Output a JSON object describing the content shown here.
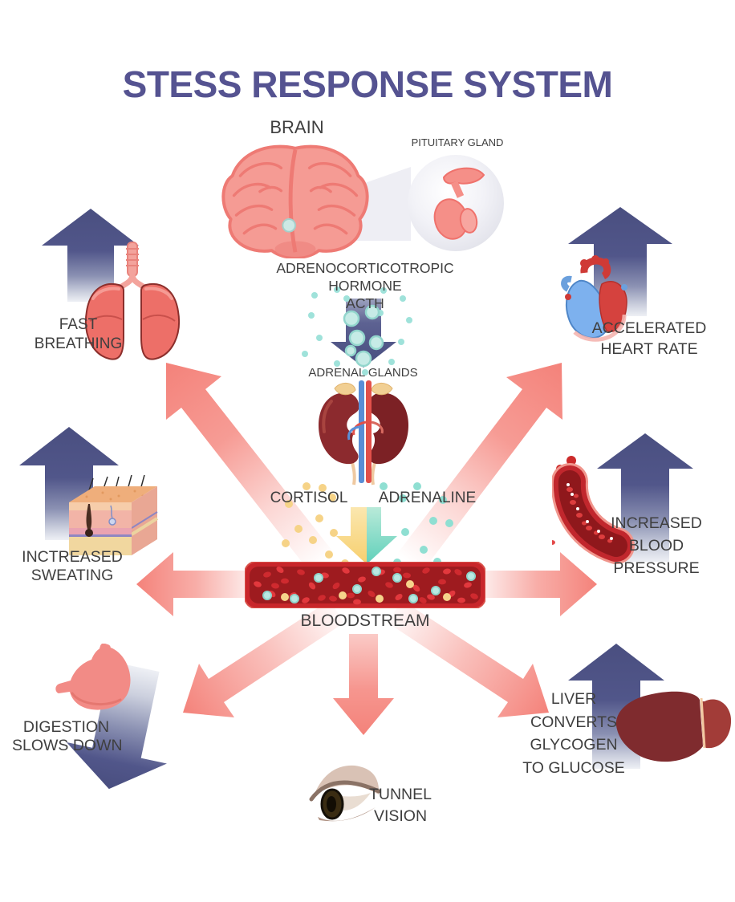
{
  "title": "STESS RESPONSE SYSTEM",
  "center": {
    "brain_label": "BRAIN",
    "pituitary_label": "PITUITARY GLAND",
    "acth_lines": [
      "ADRENOCORTICOTROPIC",
      "HORMONE",
      "ACTH"
    ],
    "adrenal_label": "ADRENAL GLANDS",
    "cortisol_label": "CORTISOL",
    "adrenaline_label": "ADRENALINE",
    "bloodstream_label": "BLOODSTREAM"
  },
  "effects": {
    "fast_breathing": [
      "FAST",
      "BREATHING"
    ],
    "accelerated_heart_rate": [
      "ACCELERATED",
      "HEART RATE"
    ],
    "increased_sweating": [
      "INCTREASED",
      "SWEATING"
    ],
    "increased_blood_pressure": [
      "INCREASED",
      "BLOOD",
      "PRESSURE"
    ],
    "digestion_slows_down": [
      "DIGESTION",
      "SLOWS DOWN"
    ],
    "liver_converts": [
      "LIVER",
      "CONVERTS",
      "GLYCOGEN",
      "TO GLUCOSE"
    ],
    "tunnel_vision": [
      "TUNNEL",
      "VISION"
    ]
  },
  "icons": {
    "brain": "brain-illustration",
    "pituitary": "pituitary-gland-illustration",
    "kidneys": "adrenal-glands-kidneys-illustration",
    "bloodstream": "blood-vessel-illustration",
    "lungs": "lungs-illustration",
    "heart": "heart-illustration",
    "skin": "skin-cross-section-illustration",
    "stomach": "stomach-illustration",
    "pressure_vessel": "burst-blood-vessel-illustration",
    "liver": "liver-illustration",
    "eye": "eye-illustration"
  },
  "colors": {
    "title": "#555391",
    "label_text": "#3f3f3f",
    "navy_arrow": "#4a4f80",
    "pink_arrow": "#f4827a",
    "brain_pink": "#f59b94",
    "blood_red": "#c1272d",
    "teal_dot": "#8fd9cc",
    "yellow_dot": "#f6cf7c"
  }
}
